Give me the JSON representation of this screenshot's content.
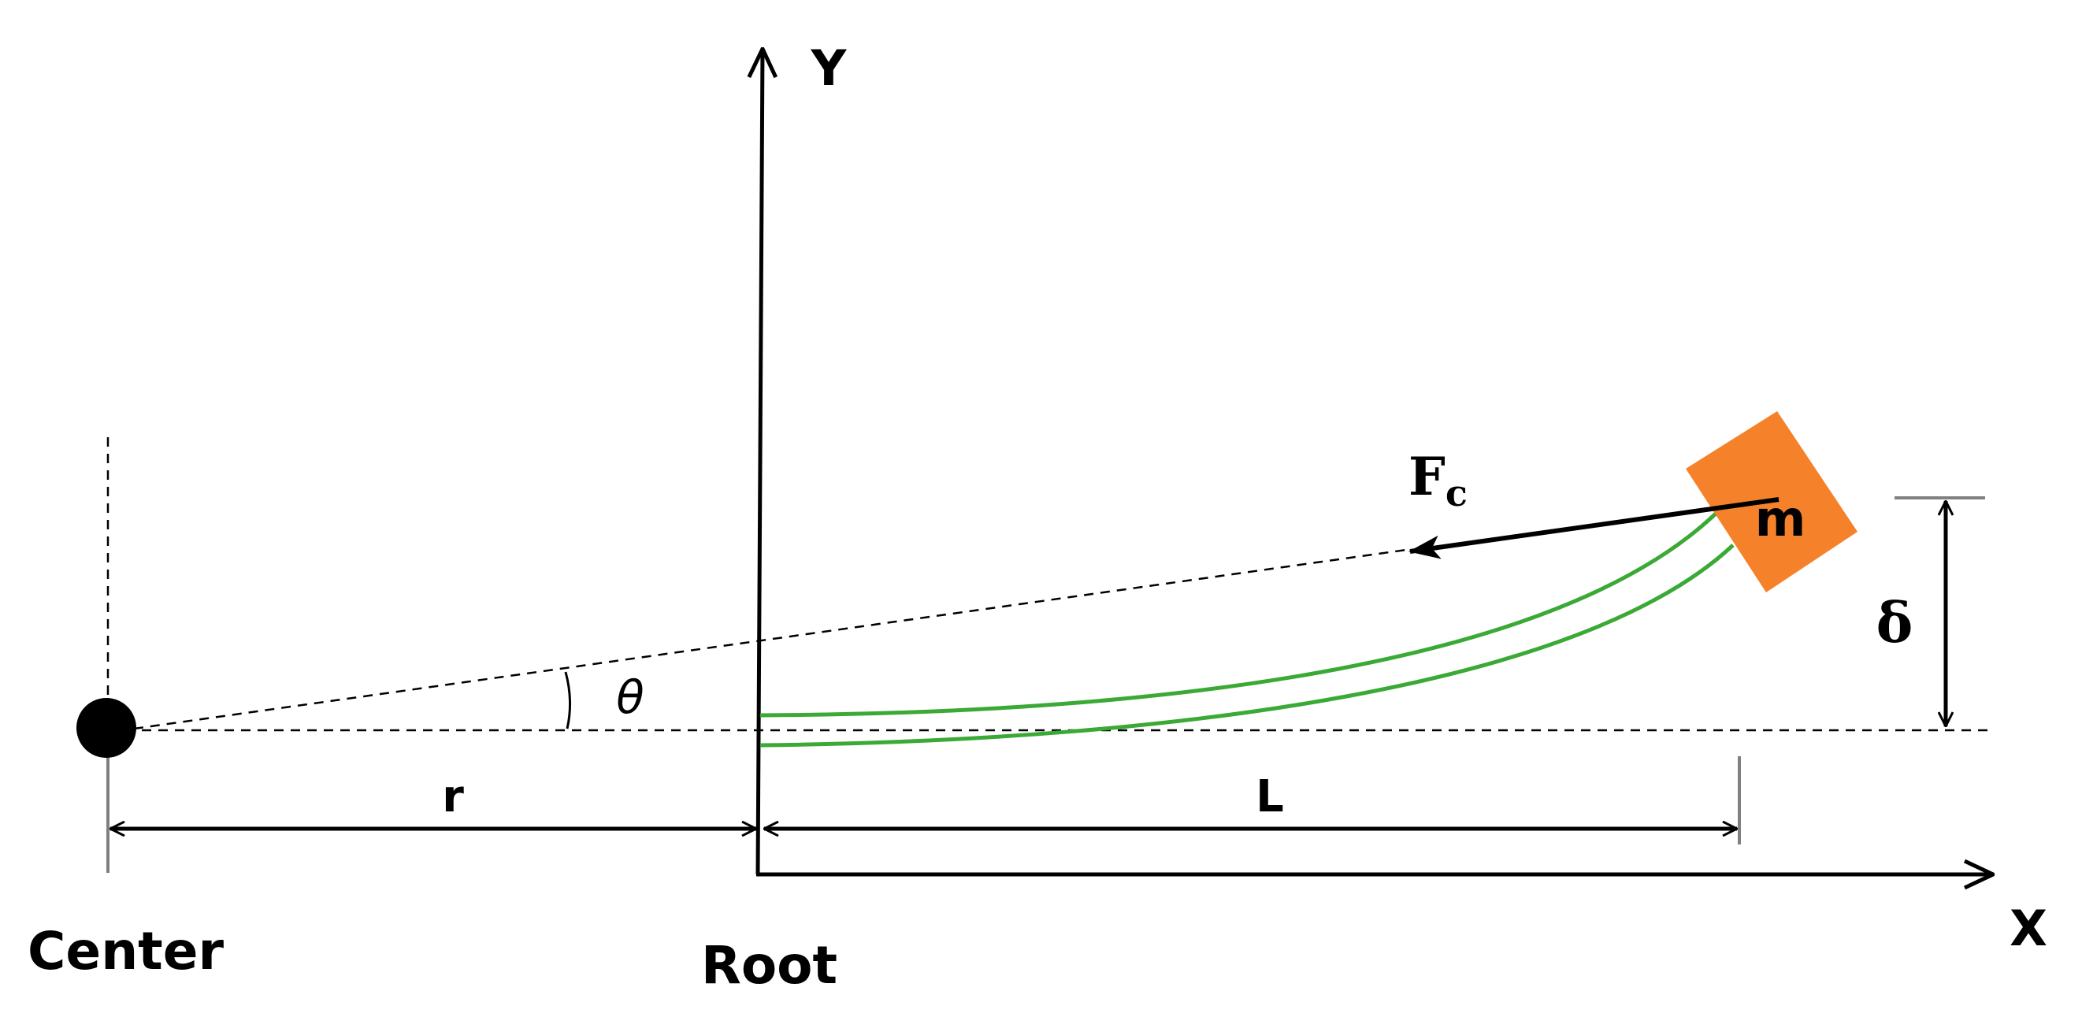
{
  "labels": {
    "y_axis": "Y",
    "x_axis": "X",
    "center": "Center",
    "root": "Root",
    "r": "r",
    "L": "L",
    "theta": "θ",
    "force_main": "F",
    "force_sub": "c",
    "mass": "m",
    "delta": "δ"
  },
  "colors": {
    "beam": "#3aa935",
    "mass": "#f5822a",
    "ink": "#000000",
    "guide": "#808080"
  }
}
